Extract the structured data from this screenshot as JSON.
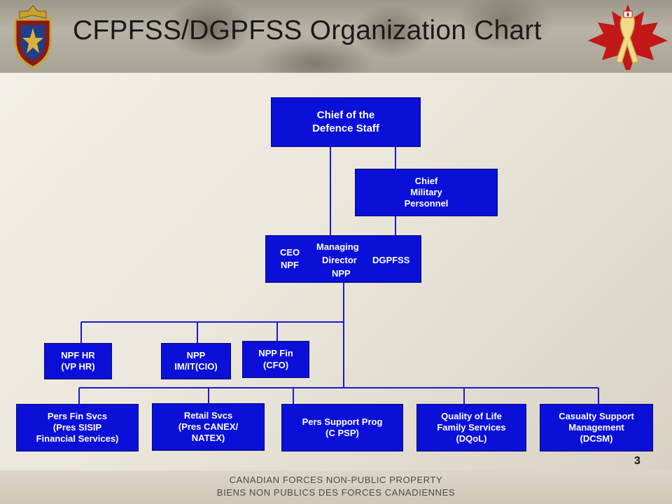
{
  "header": {
    "title": "CFPFSS/DGPFSS Organization Chart"
  },
  "org": {
    "cds": [
      "Chief of the",
      "Defence Staff"
    ],
    "cmp": [
      "Chief",
      "Military",
      "Personnel"
    ],
    "md": {
      "left": [
        "CEO",
        "NPF"
      ],
      "center": [
        "Managing",
        "Director",
        "NPP"
      ],
      "right": "DGPFSS"
    },
    "npf_hr": [
      "NPF HR",
      "(VP HR)"
    ],
    "npp_it": [
      "NPP",
      "IM/IT(CIO)"
    ],
    "npp_fin": [
      "NPP Fin",
      "(CFO)"
    ],
    "pers_fin": [
      "Pers Fin Svcs",
      "(Pres SISIP",
      "Financial Services)"
    ],
    "retail": [
      "Retail Svcs",
      "(Pres CANEX/",
      "NATEX)"
    ],
    "psp": [
      "Pers Support Prog",
      "(C PSP)"
    ],
    "qol": [
      "Quality of Life",
      "Family Services",
      "(DQoL)"
    ],
    "csm": [
      "Casualty Support",
      "Management",
      "(DCSM)"
    ]
  },
  "page_number": "3",
  "footer": {
    "line1": "CANADIAN FORCES NON-PUBLIC PROPERTY",
    "line2": "BIENS NON PUBLICS DES FORCES CANADIENNES"
  },
  "colors": {
    "box": "#0b10d8",
    "line": "#1a1ad0"
  }
}
